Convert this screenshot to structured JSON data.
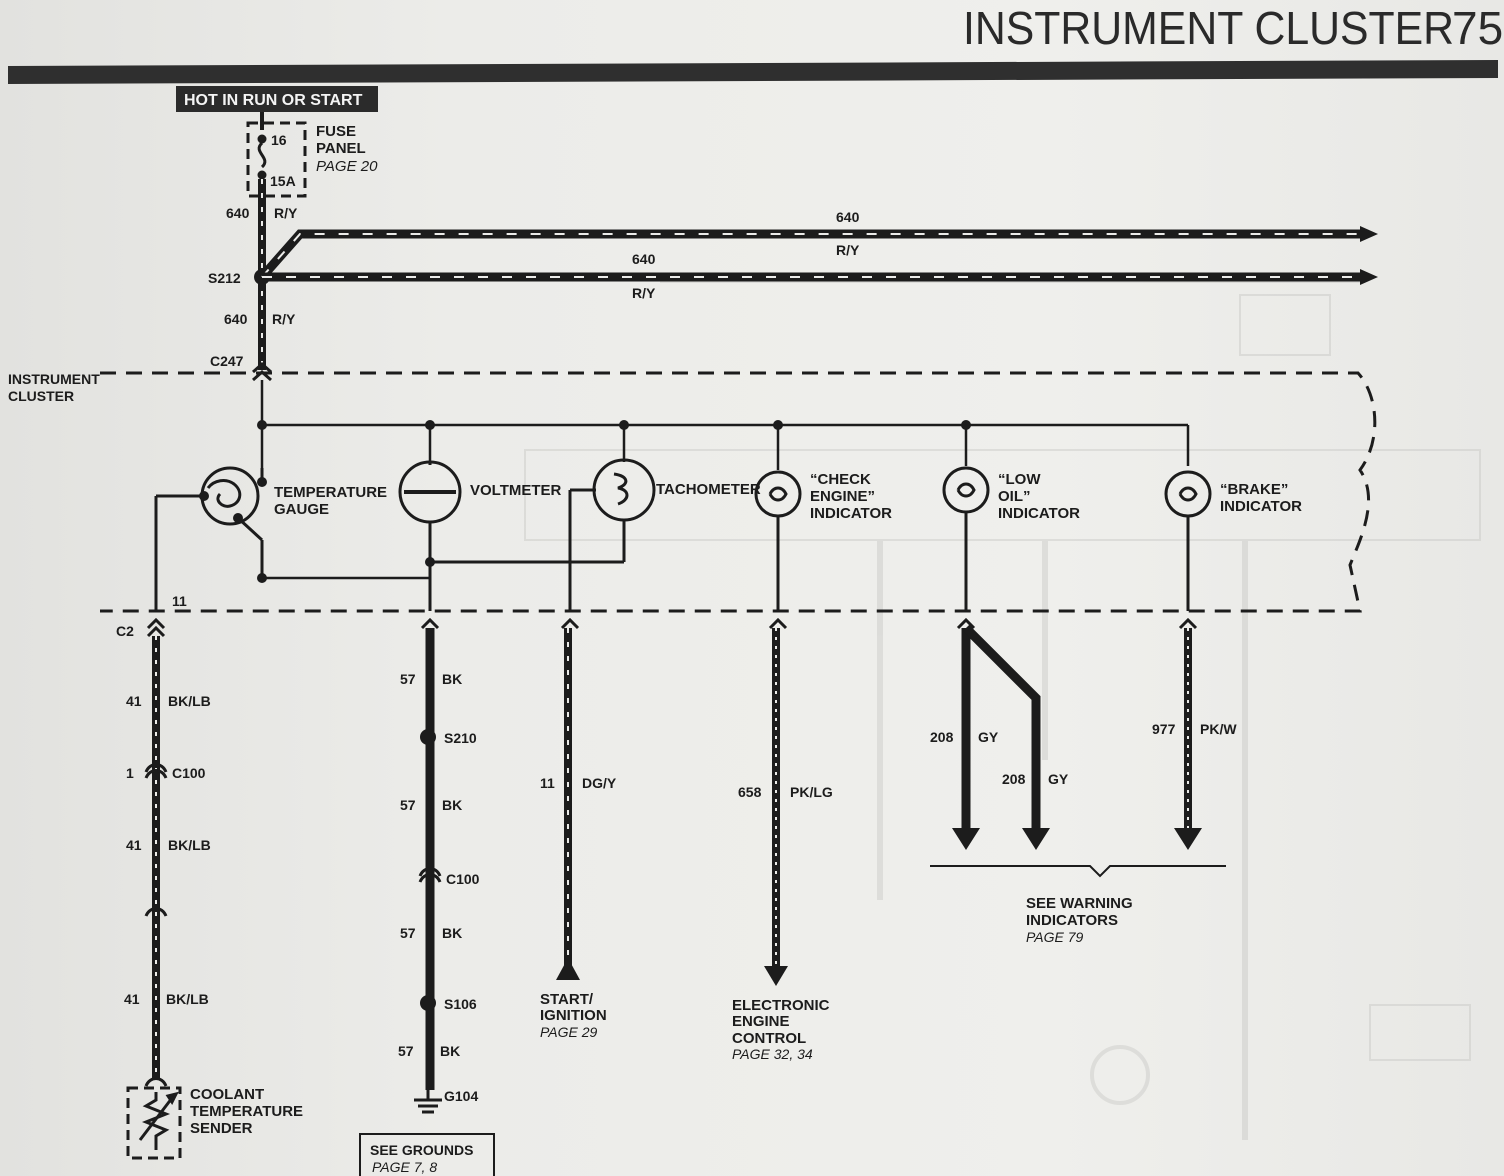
{
  "header": {
    "title": "INSTRUMENT CLUSTER",
    "page_number": "75"
  },
  "power": {
    "hot_label": "HOT IN RUN OR START",
    "fuse_amps": "15A",
    "fuse_number": "16",
    "fuse_panel": [
      "FUSE",
      "PANEL"
    ],
    "fuse_page": "PAGE 20"
  },
  "wires": {
    "circuit_640": "640",
    "color_ry": "R/Y",
    "circuit_41": "41",
    "color_bklb": "BK/LB",
    "circuit_57": "57",
    "color_bk": "BK",
    "circuit_11": "11",
    "color_dgy": "DG/Y",
    "circuit_658": "658",
    "color_pklg": "PK/LG",
    "circuit_208": "208",
    "color_gy": "GY",
    "circuit_977": "977",
    "color_pkw": "PK/W"
  },
  "connectors": {
    "s212": "S212",
    "c247": "C247",
    "c2": "C2",
    "c2_pin": "11",
    "c100_pin": "1",
    "c100": "C100",
    "s210": "S210",
    "s106": "S106",
    "g104": "G104"
  },
  "cluster": {
    "label": [
      "INSTRUMENT",
      "CLUSTER"
    ]
  },
  "components": {
    "temp_gauge": [
      "TEMPERATURE",
      "GAUGE"
    ],
    "voltmeter": "VOLTMETER",
    "tachometer": "TACHOMETER",
    "check_engine": [
      "“CHECK",
      "ENGINE”",
      "INDICATOR"
    ],
    "low_oil": [
      "“LOW",
      "OIL”",
      "INDICATOR"
    ],
    "brake": [
      "“BRAKE”",
      "INDICATOR"
    ]
  },
  "destinations": {
    "coolant_sender": [
      "COOLANT",
      "TEMPERATURE",
      "SENDER"
    ],
    "start_ignition": [
      "START/",
      "IGNITION"
    ],
    "start_ignition_page": "PAGE 29",
    "ecc": [
      "ELECTRONIC",
      "ENGINE",
      "CONTROL"
    ],
    "ecc_page": "PAGE 32, 34",
    "warning": [
      "SEE WARNING",
      "INDICATORS"
    ],
    "warning_page": "PAGE 79",
    "grounds": "SEE GROUNDS",
    "grounds_page": "PAGE 7, 8"
  },
  "colors": {
    "ink": "#1c1c1c",
    "paper": "#ebebe9",
    "ghost": "#c9c9c6"
  }
}
